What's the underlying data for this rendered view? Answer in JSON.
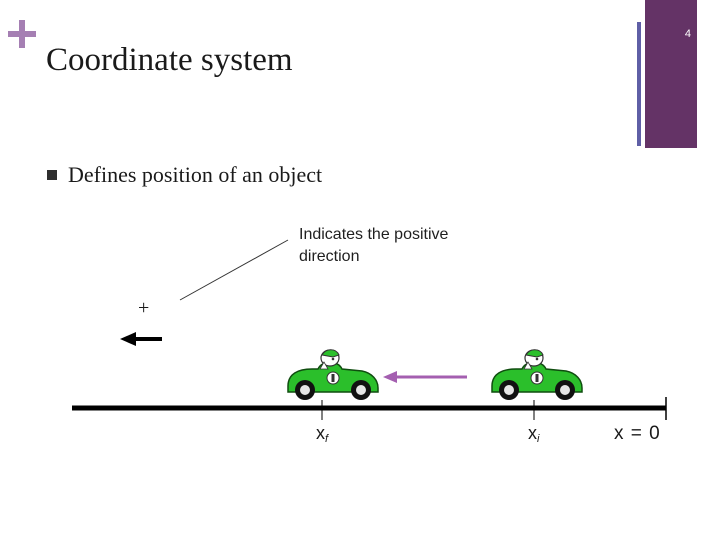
{
  "slide": {
    "title": "Coordinate system",
    "number": "4",
    "accent_color": "#643366",
    "accent_line_color": "#5f5fa6",
    "plus_mark_color": "#a57fb3"
  },
  "bullets": [
    {
      "text": "Defines position of an object"
    }
  ],
  "diagram": {
    "annotation": "Indicates the positive direction",
    "positive_sign": "+",
    "positive_arrow_icon": "arrow-left-icon",
    "motion_arrow_icon": "arrow-left-icon",
    "motion_arrow_color": "#a45fb0",
    "car_icon": "race-car-icon",
    "car_color": "#2bbf2b",
    "labels": {
      "final_var": "x",
      "final_sub": "f",
      "initial_var": "x",
      "initial_sub": "i",
      "origin": "x = 0"
    }
  }
}
